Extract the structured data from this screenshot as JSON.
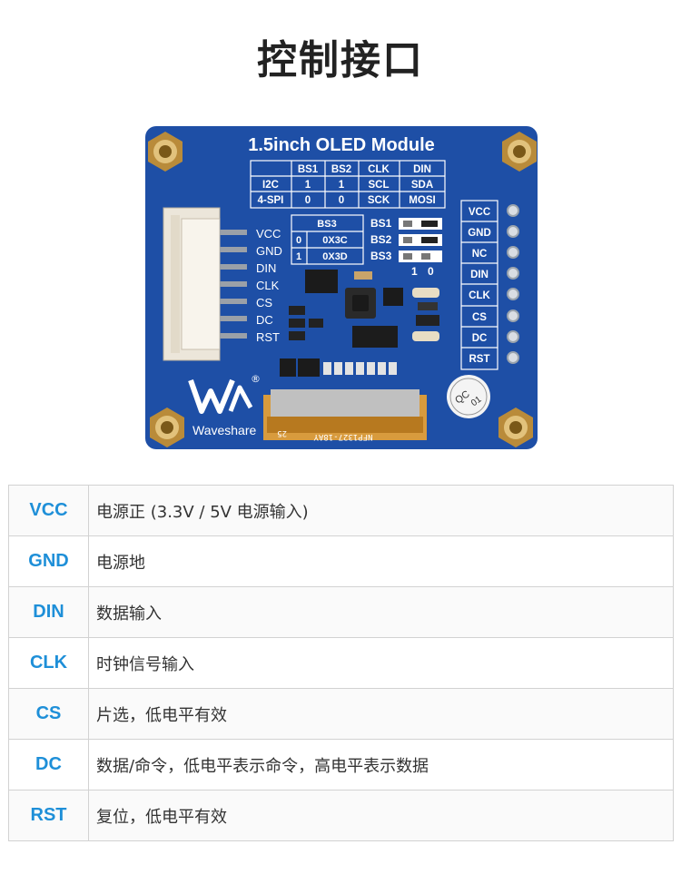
{
  "page_title": "控制接口",
  "board": {
    "title": "1.5inch OLED Module",
    "brand": "Waveshare",
    "registered": "®",
    "iface_header": [
      "",
      "BS1",
      "BS2",
      "CLK",
      "DIN"
    ],
    "iface_rows": [
      [
        "I2C",
        "1",
        "1",
        "SCL",
        "SDA"
      ],
      [
        "4-SPI",
        "0",
        "0",
        "SCK",
        "MOSI"
      ]
    ],
    "bs3_header": "BS3",
    "bs3_rows": [
      [
        "0",
        "0X3C"
      ],
      [
        "1",
        "0X3D"
      ]
    ],
    "jumper_labels": [
      "BS1",
      "BS2",
      "BS3"
    ],
    "jumper_scale": [
      "1",
      "0"
    ],
    "left_pins": [
      "VCC",
      "GND",
      "DIN",
      "CLK",
      "CS",
      "DC",
      "RST"
    ],
    "right_pins": [
      "VCC",
      "GND",
      "NC",
      "DIN",
      "CLK",
      "CS",
      "DC",
      "RST"
    ],
    "qc_label": "QC",
    "qc_num": "01",
    "fpc_label": "NFP1327-18AY",
    "fpc_num": "25"
  },
  "pins": [
    {
      "name": "VCC",
      "desc": "电源正 (3.3V / 5V 电源输入)"
    },
    {
      "name": "GND",
      "desc": "电源地"
    },
    {
      "name": "DIN",
      "desc": "数据输入"
    },
    {
      "name": "CLK",
      "desc": "时钟信号输入"
    },
    {
      "name": "CS",
      "desc": "片选，低电平有效"
    },
    {
      "name": "DC",
      "desc": "数据/命令，低电平表示命令，高电平表示数据"
    },
    {
      "name": "RST",
      "desc": "复位，低电平有效"
    }
  ],
  "colors": {
    "pcb": "#1e4fa6",
    "pin_name": "#1e8fd8",
    "silk": "#ffffff"
  }
}
